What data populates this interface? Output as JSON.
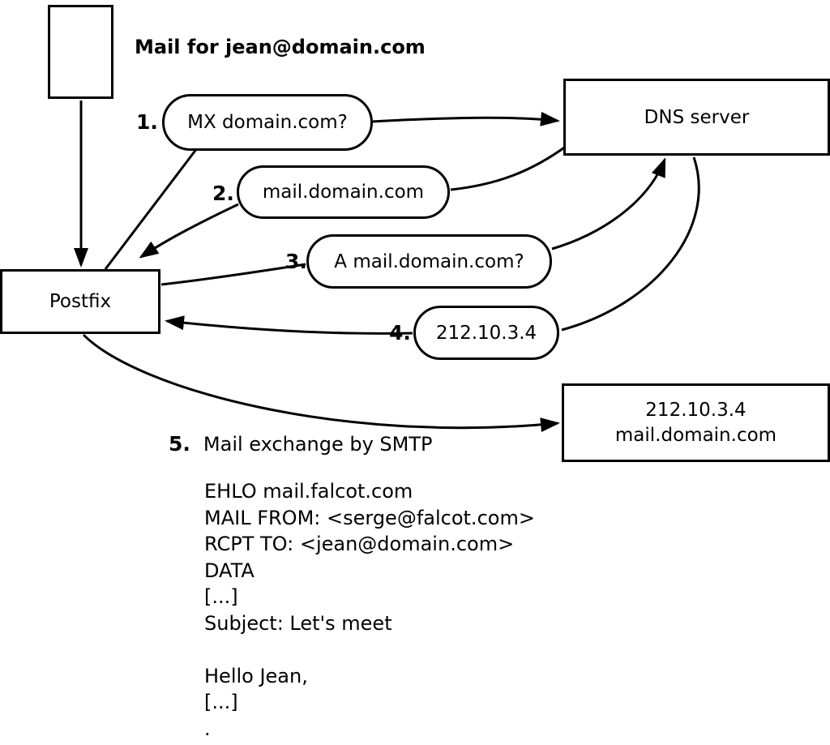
{
  "diagram": {
    "mail_label": "Mail for jean@domain.com",
    "postfix": {
      "label": "Postfix"
    },
    "dns_server": {
      "label": "DNS server"
    },
    "mail_server": {
      "line1": "212.10.3.4",
      "line2": "mail.domain.com"
    },
    "steps": [
      {
        "num": "1.",
        "label": "MX domain.com?"
      },
      {
        "num": "2.",
        "label": "mail.domain.com"
      },
      {
        "num": "3.",
        "label": "A mail.domain.com?"
      },
      {
        "num": "4.",
        "label": "212.10.3.4"
      },
      {
        "num": "5.",
        "label": "Mail exchange by SMTP"
      }
    ],
    "smtp_session": {
      "lines": [
        "EHLO mail.falcot.com",
        "MAIL FROM: <serge@falcot.com>",
        "RCPT TO: <jean@domain.com>",
        "DATA",
        "[...]",
        "Subject: Let's meet",
        "",
        "Hello Jean,",
        "[...]",
        "."
      ]
    }
  }
}
